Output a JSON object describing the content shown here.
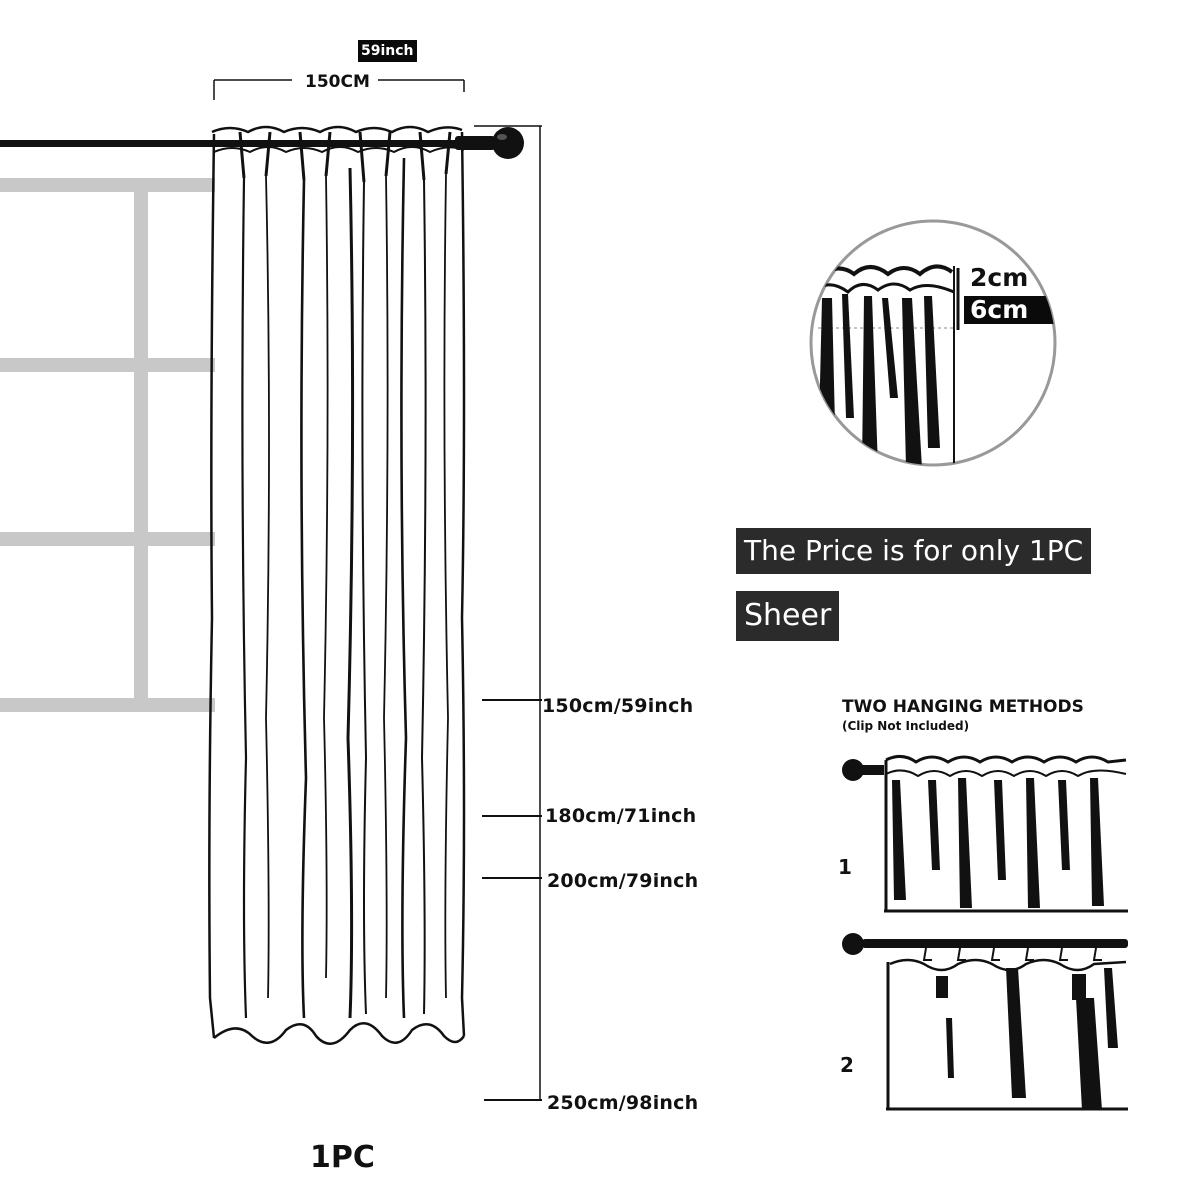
{
  "width_label": {
    "inch": "59inch",
    "cm": "150CM"
  },
  "lengths": [
    {
      "text": "150cm/59inch"
    },
    {
      "text": "180cm/71inch"
    },
    {
      "text": "200cm/79inch"
    },
    {
      "text": "250cm/98inch"
    }
  ],
  "quantity_label": "1PC",
  "detail": {
    "top": "2cm",
    "pocket": "6cm"
  },
  "banners": {
    "price": "The Price is for only 1PC",
    "type": "Sheer"
  },
  "hanging": {
    "title": "TWO HANGING METHODS",
    "note": "(Clip Not Included)",
    "methods": [
      {
        "number": "1"
      },
      {
        "number": "2"
      }
    ]
  },
  "colors": {
    "window_frame": "#c8c8c8",
    "rod": "#111111",
    "banner_bg": "#2b2b2b"
  }
}
